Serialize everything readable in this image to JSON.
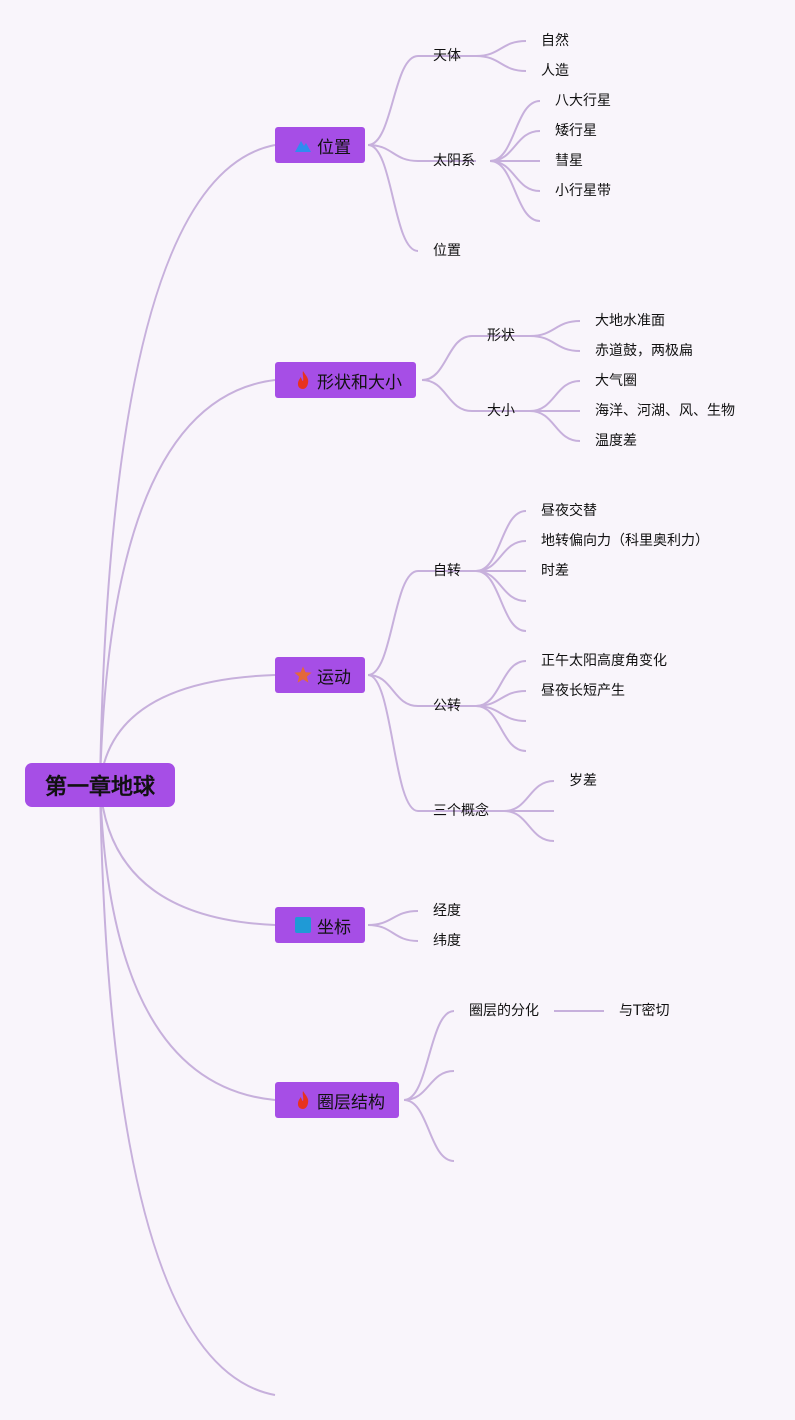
{
  "colors": {
    "background": "#f9f5fb",
    "node_fill": "#a64ee6",
    "link": "#c7b0dc",
    "icon_blue": "#2f8cf0",
    "icon_red": "#e8321f",
    "icon_orange": "#e4683a",
    "icon_teal": "#1f9ad6"
  },
  "root": {
    "label": "第一章地球"
  },
  "branches": [
    {
      "label": "位置",
      "icon": "mountain-icon",
      "children": [
        {
          "label": "天体",
          "children": [
            "自然",
            "人造"
          ]
        },
        {
          "label": "太阳系",
          "children": [
            "八大行星",
            "矮行星",
            "彗星",
            "小行星带",
            ""
          ]
        },
        {
          "label": "位置",
          "children": []
        }
      ]
    },
    {
      "label": "形状和大小",
      "icon": "fire-icon",
      "children": [
        {
          "label": "形状",
          "children": [
            "大地水准面",
            "赤道鼓，两极扁"
          ]
        },
        {
          "label": "大小",
          "children": [
            "大气圈",
            "海洋、河湖、风、生物",
            "温度差"
          ]
        }
      ]
    },
    {
      "label": "运动",
      "icon": "star-icon",
      "children": [
        {
          "label": "自转",
          "children": [
            "昼夜交替",
            "地转偏向力（科里奥利力）",
            "时差",
            "",
            ""
          ]
        },
        {
          "label": "公转",
          "children": [
            "正午太阳高度角变化",
            "昼夜长短产生",
            "",
            ""
          ]
        },
        {
          "label": "三个概念",
          "children": [
            "岁差",
            "",
            ""
          ]
        }
      ]
    },
    {
      "label": "坐标",
      "icon": "grid-icon",
      "children": [
        {
          "label": "经度",
          "children": []
        },
        {
          "label": "纬度",
          "children": []
        }
      ]
    },
    {
      "label": "圈层结构",
      "icon": "fire-icon",
      "children": [
        {
          "label": "圈层的分化",
          "children": [
            "与T密切"
          ]
        },
        {
          "label": "",
          "children": []
        },
        {
          "label": "",
          "children": []
        }
      ]
    }
  ]
}
